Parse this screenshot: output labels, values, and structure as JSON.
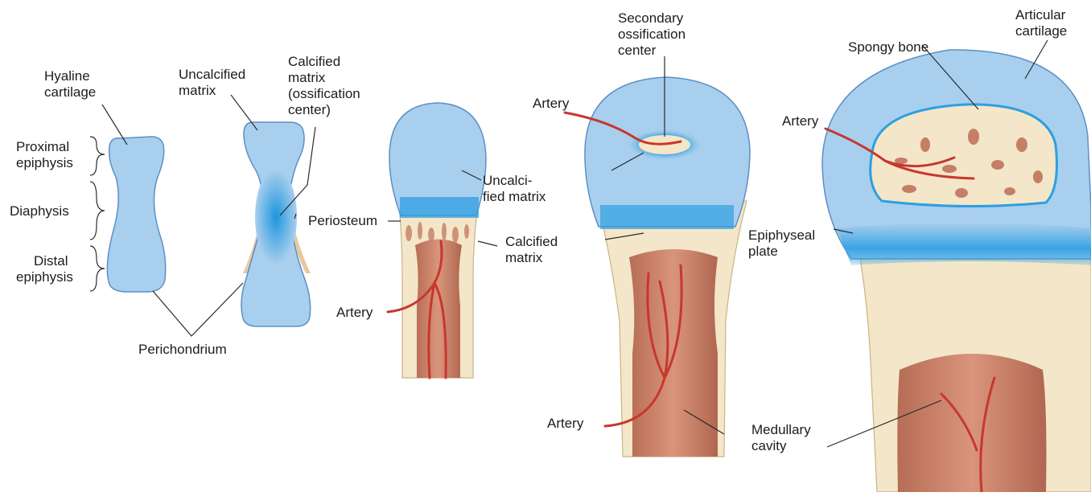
{
  "colors": {
    "cartilage": "#a9cfee",
    "cartilage_edge": "#5d8fc4",
    "calcified": "#2d9fe0",
    "bone_cream": "#f4e6c8",
    "bone_edge": "#c9b486",
    "marrow": "#c47f66",
    "marrow_dark": "#a45f4a",
    "artery": "#c8372d",
    "periosteum": "#e8c8a0"
  },
  "labels": {
    "hyaline_cartilage": [
      "Hyaline",
      "cartilage"
    ],
    "proximal_epiphysis": [
      "Proximal",
      "epiphysis"
    ],
    "diaphysis": "Diaphysis",
    "distal_epiphysis": [
      "Distal",
      "epiphysis"
    ],
    "perichondrium": "Perichondrium",
    "uncalcified_matrix_1": [
      "Uncalcified",
      "matrix"
    ],
    "calcified_matrix_1": [
      "Calcified",
      "matrix",
      "(ossification",
      "center)"
    ],
    "periosteum": "Periosteum",
    "uncalcified_matrix_2": [
      "Uncalci-",
      "fied matrix"
    ],
    "calcified_matrix_2": [
      "Calcified",
      "matrix"
    ],
    "artery_1": "Artery",
    "secondary_ossification_center": [
      "Secondary",
      "ossification",
      "center"
    ],
    "artery_2": "Artery",
    "artery_3": "Artery",
    "medullary_cavity": [
      "Medullary",
      "cavity"
    ],
    "spongy_bone": "Spongy bone",
    "articular_cartilage": [
      "Articular",
      "cartilage"
    ],
    "artery_4": "Artery",
    "epiphyseal_plate": [
      "Epiphyseal",
      "plate"
    ]
  }
}
